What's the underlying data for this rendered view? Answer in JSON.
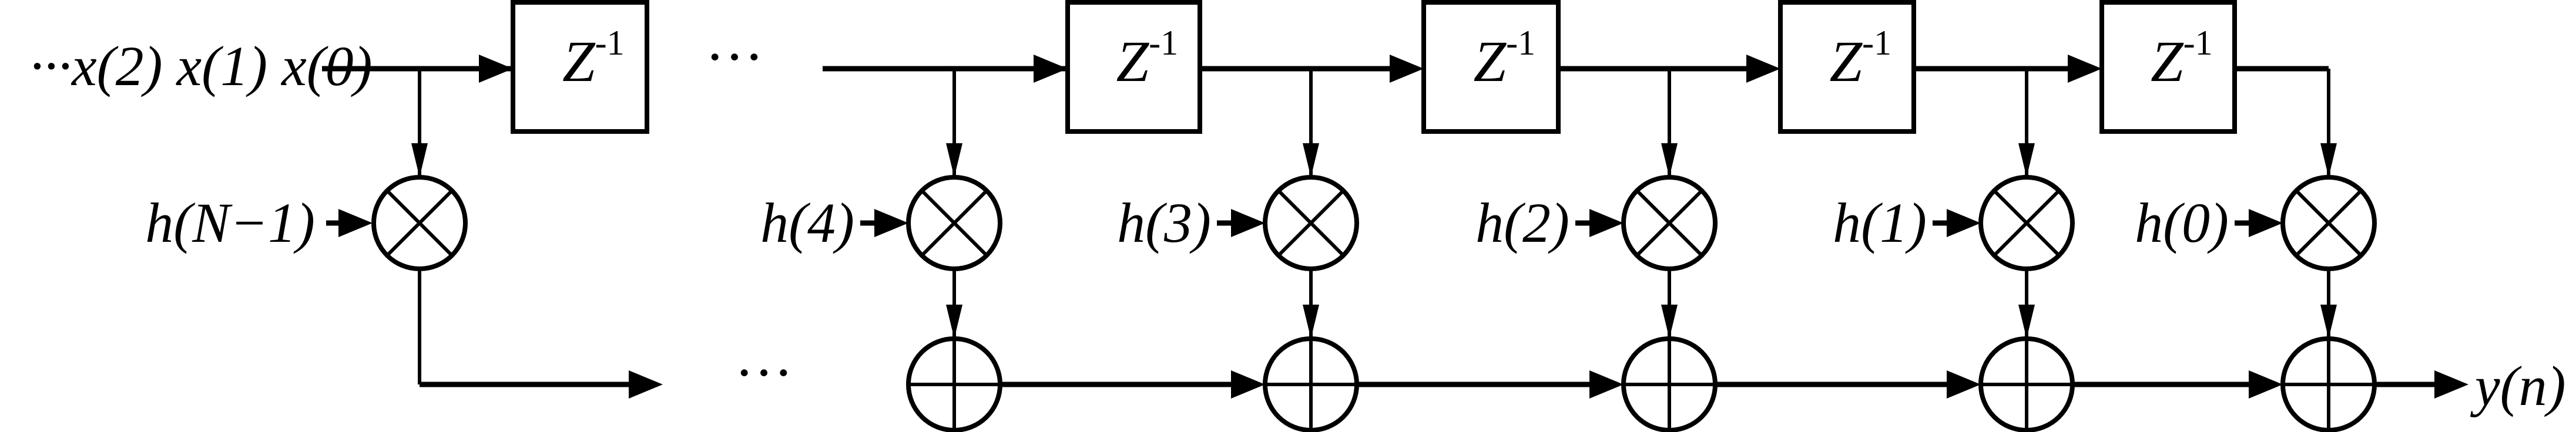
{
  "input_label": "···x(2) x(1) x(0)",
  "output_label": "y(n)",
  "delay_label": "Z",
  "delay_exponent": "-1",
  "ellipsis": "···",
  "first_coefficient": "h(N−1)",
  "coefficients": [
    "h(4)",
    "h(3)",
    "h(2)",
    "h(1)",
    "h(0)"
  ],
  "multiplier_symbol": "multiply-circle",
  "adder_symbol": "sum-circle"
}
